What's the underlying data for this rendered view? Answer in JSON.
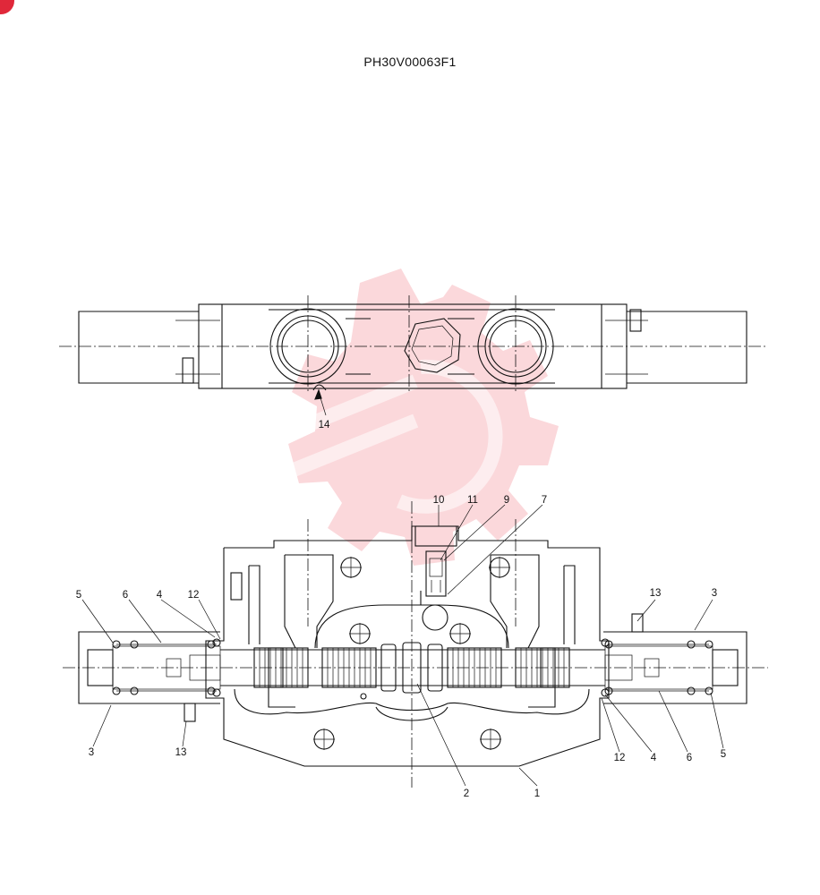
{
  "document": {
    "code": "PH30V00063F1"
  },
  "top_view": {
    "callouts": [
      "14"
    ]
  },
  "section_view": {
    "callouts_top": [
      "10",
      "11",
      "9",
      "7"
    ],
    "callouts_left": [
      "5",
      "6",
      "4",
      "12",
      "3",
      "13"
    ],
    "callouts_right": [
      "13",
      "3",
      "12",
      "4",
      "6",
      "5"
    ],
    "callouts_bottom": [
      "2",
      "1"
    ]
  },
  "watermark": {
    "color": "#e8283a",
    "icon": "gear-logo-icon"
  },
  "colors": {
    "line": "#111111",
    "background": "#ffffff",
    "badge": "#e0283a"
  }
}
